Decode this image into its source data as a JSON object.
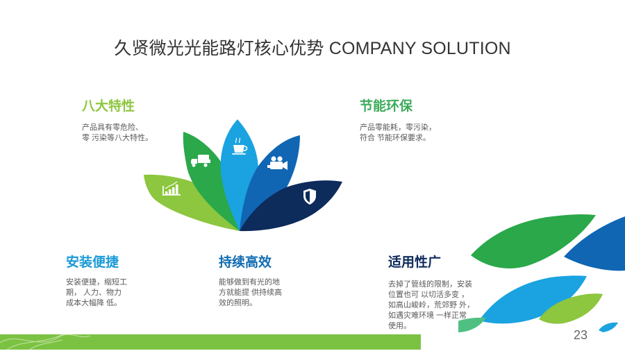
{
  "slide": {
    "title": "久贤微光光能路灯核心优势 COMPANY SOLUTION",
    "page_number": "23"
  },
  "features": [
    {
      "title": "八大特性",
      "desc": "产品具有零危险、\n零 污染等八大特性。"
    },
    {
      "title": "节能环保",
      "desc": "产品零能耗，零污染，\n符合 节能环保要求。"
    },
    {
      "title": "安装便捷",
      "desc": "安装便捷，缩短工\n期， 人力、物力\n成本大幅降 低。"
    },
    {
      "title": "持续高效",
      "desc": "能够做到有光的地\n方就能提 供持续高\n效的照明。"
    },
    {
      "title": "适用性广",
      "desc": "去掉了管线的限制，安装\n位置也可  以切活多变  ，\n如高山峻岭，荒郊野  外，\n如遇灾难环境   一样正常\n使用。"
    }
  ],
  "icons": {
    "chart": "bar-chart-icon",
    "truck": "truck-icon",
    "cup": "coffee-cup-icon",
    "camera": "video-camera-icon",
    "shield": "shield-icon"
  },
  "colors": {
    "light_green": "#8dc63f",
    "green": "#2aa84a",
    "light_blue": "#1aa3e0",
    "blue": "#1066b3",
    "navy": "#0d2b5b",
    "footer_green": "#7cc242"
  }
}
